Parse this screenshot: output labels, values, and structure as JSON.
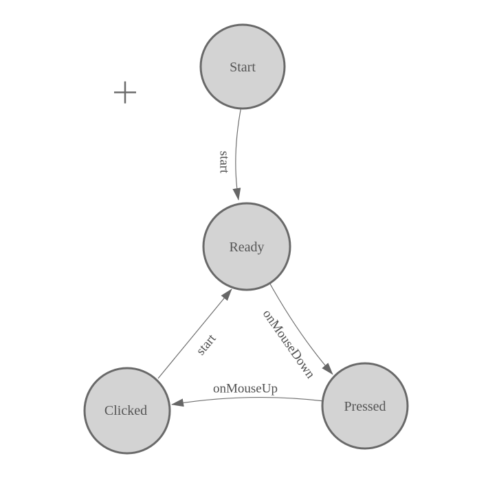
{
  "diagram": {
    "type": "state-machine",
    "nodes": [
      {
        "id": "start",
        "label": "Start"
      },
      {
        "id": "ready",
        "label": "Ready"
      },
      {
        "id": "clicked",
        "label": "Clicked"
      },
      {
        "id": "pressed",
        "label": "Pressed"
      }
    ],
    "edges": [
      {
        "from": "start",
        "to": "ready",
        "label": "start"
      },
      {
        "from": "ready",
        "to": "pressed",
        "label": "onMouseDown"
      },
      {
        "from": "pressed",
        "to": "clicked",
        "label": "onMouseUp"
      },
      {
        "from": "clicked",
        "to": "ready",
        "label": "start"
      }
    ],
    "colors": {
      "node_fill": "#d3d3d3",
      "node_stroke": "#696969",
      "edge_stroke": "#6e6e6e",
      "arrow_fill": "#666666",
      "node_label_text": "#555555",
      "edge_label_text": "#4f4f4f",
      "origin_marker": "#6b6b6b",
      "background": "#ffffff"
    }
  }
}
